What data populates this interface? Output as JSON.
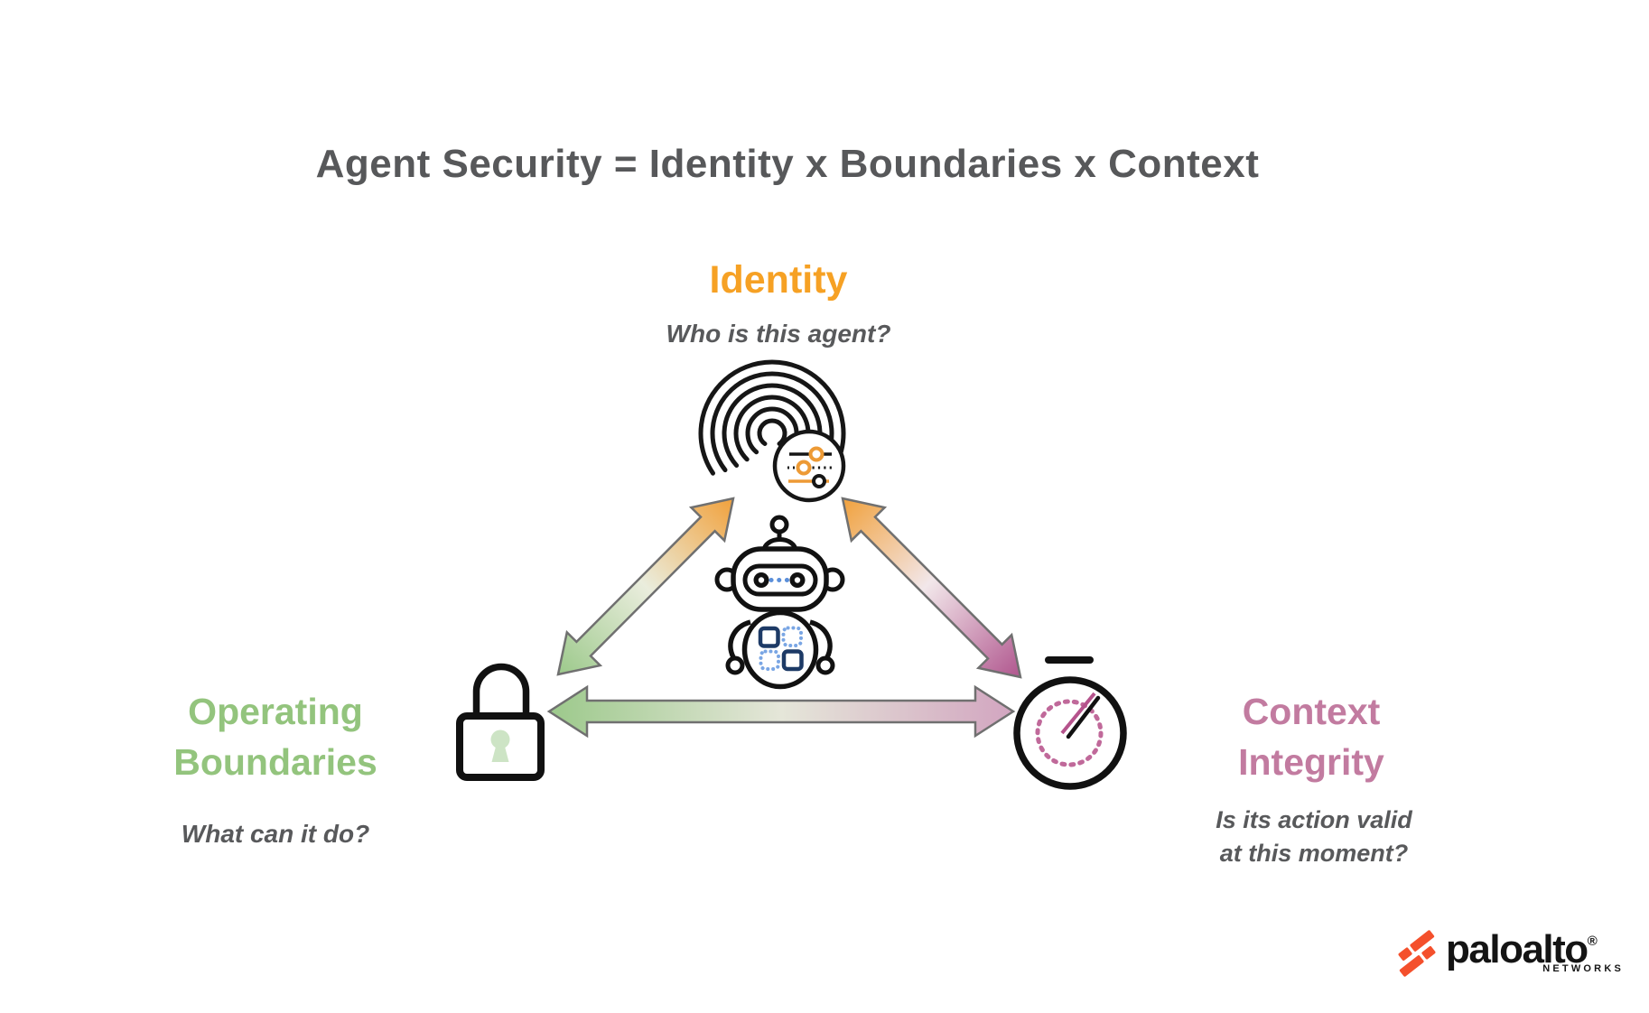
{
  "title": "Agent Security = Identity x Boundaries x Context",
  "nodes": {
    "identity": {
      "label": "Identity",
      "question": "Who is this agent?",
      "color": "#F6A124",
      "icon": "fingerprint-with-settings-badge-icon"
    },
    "operating_boundaries": {
      "label_line1": "Operating",
      "label_line2": "Boundaries",
      "question": "What can it do?",
      "color": "#93C47D",
      "icon": "padlock-icon"
    },
    "context_integrity": {
      "label_line1": "Context",
      "label_line2": "Integrity",
      "question_line1": "Is its action valid",
      "question_line2": "at this moment?",
      "color": "#C27BA0",
      "icon": "stopwatch-icon"
    }
  },
  "center_icon": "robot-agent-icon",
  "arrows": {
    "identity_boundaries": {
      "from": "identity",
      "to": "operating_boundaries",
      "gradient": [
        "#F1A13C",
        "#9CC98B"
      ]
    },
    "identity_context": {
      "from": "identity",
      "to": "context_integrity",
      "gradient": [
        "#F1A13C",
        "#B0568E"
      ]
    },
    "boundaries_context": {
      "from": "operating_boundaries",
      "to": "context_integrity",
      "gradient": [
        "#9CC98B",
        "#D2A5C0"
      ]
    }
  },
  "colors": {
    "title_text": "#57585A",
    "question_text": "#58595B",
    "icon_outline": "#111111",
    "keyhole_green": "#CDE4C5",
    "dashed_dial_pink": "#C0699A",
    "robot_blue_solid": "#1D3A66",
    "robot_blue_dotted": "#7AA6E4",
    "slider_orange": "#ED9A35",
    "logo_orange": "#F4502C"
  },
  "branding": {
    "logo_text": "paloalto",
    "logo_registered": "®",
    "logo_subtext": "NETWORKS"
  }
}
